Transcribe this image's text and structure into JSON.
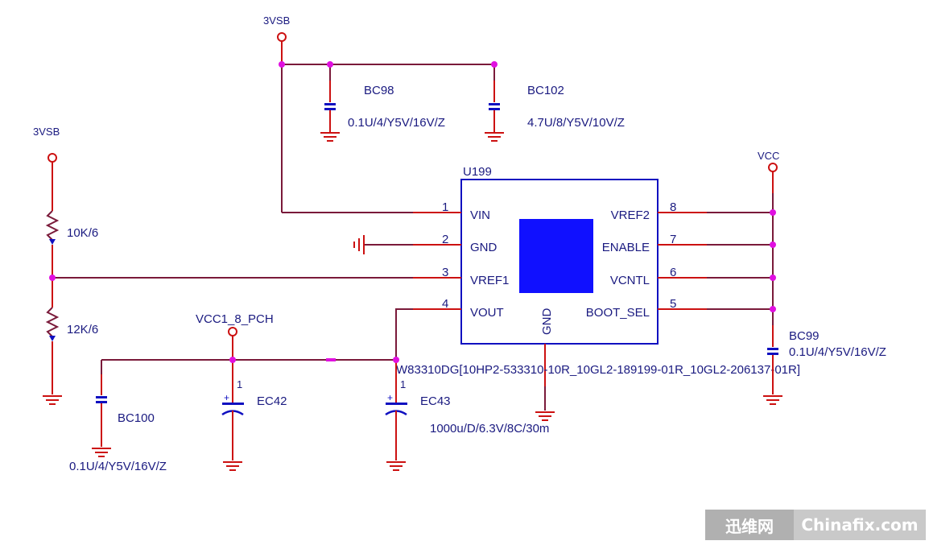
{
  "nets": {
    "vsb_top": "3VSB",
    "vsb_left": "3VSB",
    "vcc": "VCC",
    "vcc1": "VCC1_8_PCH"
  },
  "chip": {
    "ref": "U199",
    "part": "W83310DG[10HP2-533310-10R_10GL2-189199-01R_10GL2-206137-01R]",
    "bottom_pin": "GND",
    "left_pins": [
      {
        "num": "1",
        "name": "VIN"
      },
      {
        "num": "2",
        "name": "GND"
      },
      {
        "num": "3",
        "name": "VREF1"
      },
      {
        "num": "4",
        "name": "VOUT"
      }
    ],
    "right_pins": [
      {
        "num": "8",
        "name": "VREF2"
      },
      {
        "num": "7",
        "name": "ENABLE"
      },
      {
        "num": "6",
        "name": "VCNTL"
      },
      {
        "num": "5",
        "name": "BOOT_SEL"
      }
    ],
    "pad_color": "#1010ff"
  },
  "components": {
    "bc98": {
      "ref": "BC98",
      "value": "0.1U/4/Y5V/16V/Z"
    },
    "bc102": {
      "ref": "BC102",
      "value": "4.7U/8/Y5V/10V/Z"
    },
    "bc99": {
      "ref": "BC99",
      "value": "0.1U/4/Y5V/16V/Z"
    },
    "bc100": {
      "ref": "BC100",
      "value": "0.1U/4/Y5V/16V/Z"
    },
    "r_top": {
      "value": "10K/6"
    },
    "r_bottom": {
      "value": "12K/6"
    },
    "ec42": {
      "ref": "EC42",
      "pin": "1"
    },
    "ec43": {
      "ref": "EC43",
      "pin": "1",
      "value": "1000u/D/6.3V/8C/30m"
    }
  },
  "watermark": {
    "logo_text": "迅维网",
    "site": "Chinafix.com"
  },
  "colors": {
    "wire": "#7a1a3a",
    "lead": "#cc1111",
    "junction": "#e010e0",
    "text": "#1a1a80",
    "component": "#1010c0"
  }
}
